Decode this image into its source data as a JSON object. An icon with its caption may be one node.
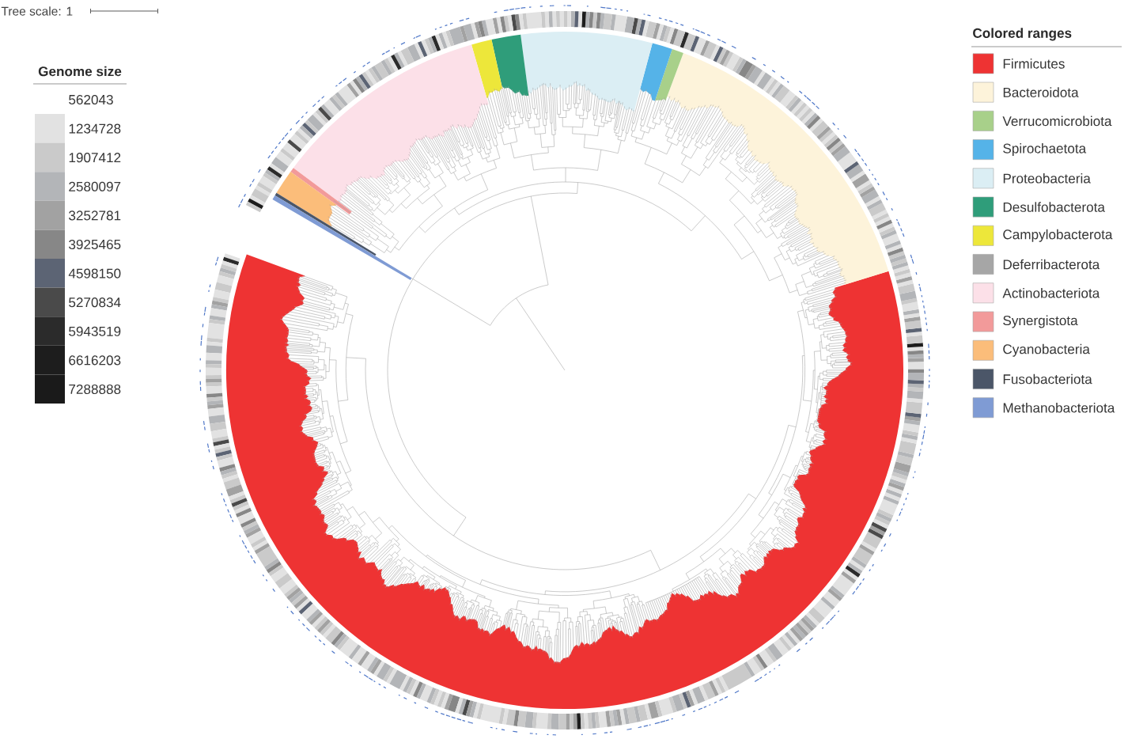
{
  "diagram": {
    "labels": [
      "Tree scale: 1",
      "Genome size",
      "Colored ranges"
    ],
    "legend": [
      {
        "text": "562043"
      },
      {
        "text": "1234728",
        "color": "#e2e2e2"
      },
      {
        "text": "1907412",
        "color": "#cacaca"
      },
      {
        "text": "2580097",
        "color": "#b3b5b8"
      },
      {
        "text": "3252781",
        "color": "#a2a2a2"
      },
      {
        "text": "3925465",
        "color": "#878787"
      },
      {
        "text": "4598150",
        "color": "#5c6474"
      },
      {
        "text": "5270834",
        "color": "#4a4a4a"
      },
      {
        "text": "5943519",
        "color": "#2b2b2b"
      },
      {
        "text": "6616203",
        "color": "#1d1d1d"
      },
      {
        "text": "7288888",
        "color": "#1a1a1a"
      },
      {
        "text": "Firmicutes",
        "color": "#ee3333"
      },
      {
        "text": "Bacteroidota",
        "color": "#fdf3da"
      },
      {
        "text": "Verrucomicrobiota",
        "color": "#a8d08a"
      },
      {
        "text": "Spirochaetota",
        "color": "#55b3e8"
      },
      {
        "text": "Proteobacteria",
        "color": "#dbeef4"
      },
      {
        "text": "Desulfobacterota",
        "color": "#2f9d7a"
      },
      {
        "text": "Campylobacterota",
        "color": "#ede73a"
      },
      {
        "text": "Deferribacterota",
        "color": "#a6a6a6"
      },
      {
        "text": "Actinobacteriota",
        "color": "#fce0e8"
      },
      {
        "text": "Synergistota",
        "color": "#f29a9a"
      },
      {
        "text": "Cyanobacteria",
        "color": "#fbbd7a"
      },
      {
        "text": "Fusobacteriota",
        "color": "#4b5668"
      },
      {
        "text": "Methanobacteriota",
        "color": "#7f9bd4"
      }
    ]
  }
}
